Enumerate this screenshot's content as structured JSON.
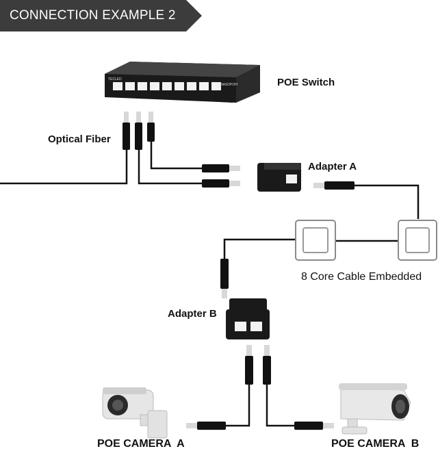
{
  "header": {
    "title": "CONNECTION EXAMPLE 2"
  },
  "labels": {
    "switch": "POE Switch",
    "fiber": "Optical Fiber",
    "adapter_a": "Adapter A",
    "cable": "8 Core Cable Embedded",
    "adapter_b": "Adapter B",
    "camera_a": "POE CAMERA  A",
    "camera_b": "POE CAMERA  B"
  },
  "device_text": {
    "switch_brand_left": "TECLED",
    "switch_brand_right": "NASOPOH"
  },
  "colors": {
    "banner": "#3c3c3c",
    "cable": "#111111",
    "device": "#1a1a1a",
    "camera": "#e6e6e6"
  }
}
